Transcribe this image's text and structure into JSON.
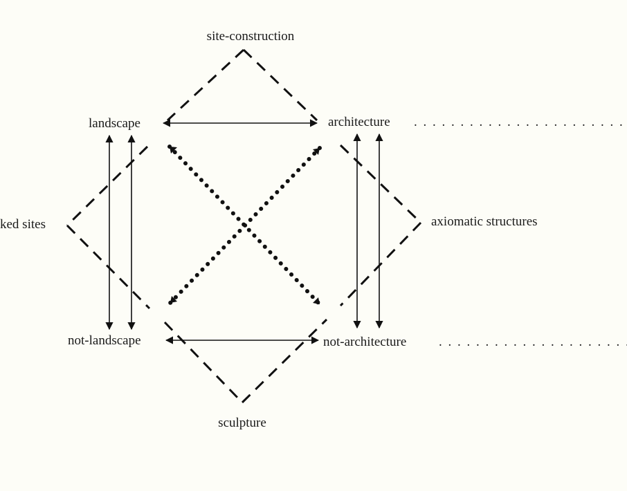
{
  "terms": {
    "site_construction": "site-construction",
    "landscape": "landscape",
    "architecture": "architecture",
    "marked_sites": "ked sites",
    "axiomatic_structures": "axiomatic structures",
    "not_landscape": "not-landscape",
    "not_architecture": "not-architecture",
    "sculpture": "sculpture",
    "architecture_leader": ". . . . . . . . . . . . . . . . . . . . . . . . . co",
    "not_architecture_leader": ". . . . . . . . . . . . . . . . . . . . . . . . . . . . ."
  },
  "colors": {
    "background": "#fdfdf7",
    "ink": "#111111"
  }
}
